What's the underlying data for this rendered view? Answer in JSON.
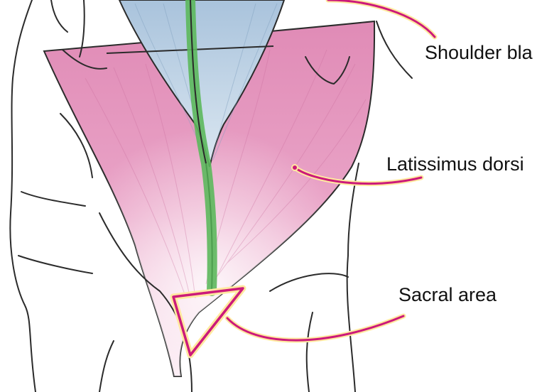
{
  "labels": {
    "shoulder_blade": "Shoulder bla",
    "latissimus_dorsi": "Latissimus dorsi",
    "sacral_area": "Sacral area"
  },
  "colors": {
    "latissimus_fill": "#e39ac0",
    "trapezius_fill": "#b9cfe2",
    "spine": "#5cb85c",
    "callout_line": "#cc1a7a",
    "callout_glow": "#ffe9a0",
    "outline": "#2b2b2b"
  }
}
